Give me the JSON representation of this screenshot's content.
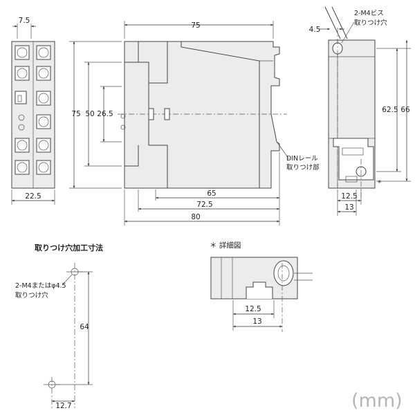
{
  "left_view": {
    "top_width": "7.5",
    "bottom_width": "22.5"
  },
  "front_view": {
    "top_width": "75",
    "height_outer": "75",
    "height_mid": "50",
    "height_inner": "26.5",
    "width_65": "65",
    "width_72_5": "72.5",
    "width_80": "80",
    "din_label_line1": "DINレール",
    "din_label_line2": "取りつけ部"
  },
  "right_view": {
    "offset_top": "4.5",
    "screw_line1": "2-M4ビス",
    "screw_line2": "取りつけ穴",
    "height_62_5": "62.5",
    "height_66": "66",
    "width_12_5": "12.5",
    "width_13": "13",
    "detail_mark": "*"
  },
  "mounting": {
    "title": "取りつけ穴加工寸法",
    "hole_line1": "2-M4またはφ4.5",
    "hole_line2": "取りつけ穴",
    "pitch": "64",
    "offset": "12.7"
  },
  "detail": {
    "title": "＊ 詳細図",
    "width_12_5": "12.5",
    "width_13": "13"
  },
  "unit": "(mm)"
}
